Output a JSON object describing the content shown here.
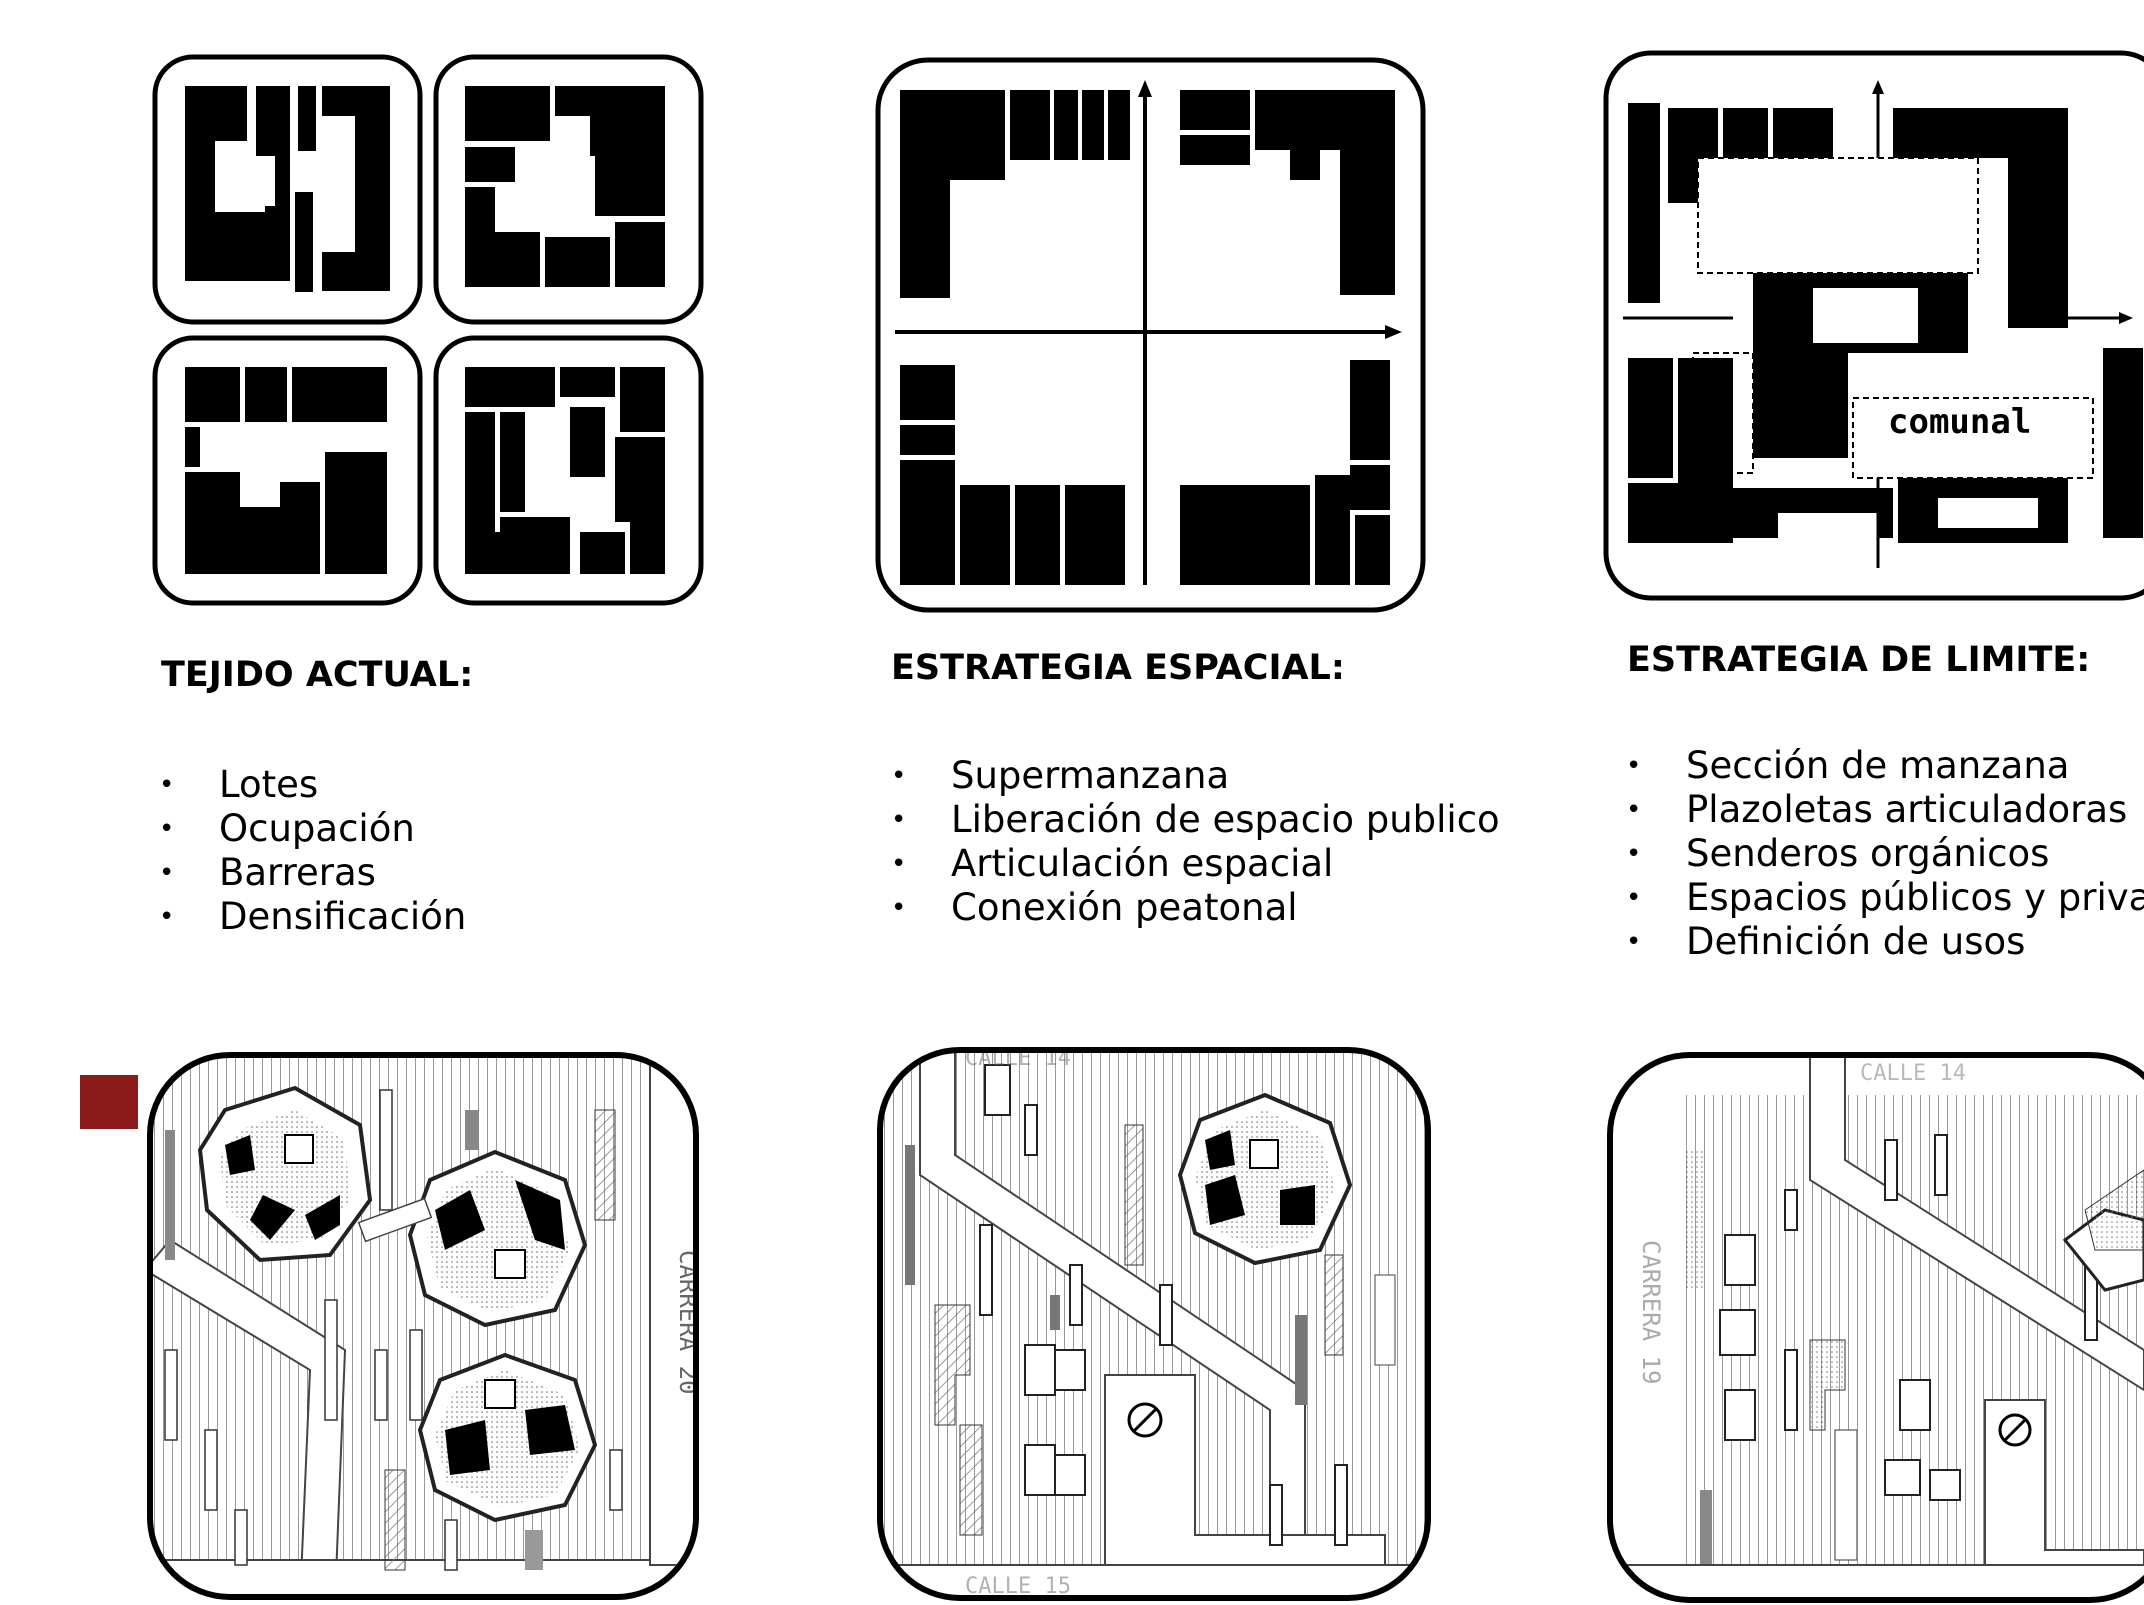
{
  "columns": [
    {
      "heading": "TEJIDO ACTUAL:",
      "items": [
        "Lotes",
        "Ocupación",
        "Barreras",
        "Densificación"
      ]
    },
    {
      "heading": "ESTRATEGIA ESPACIAL:",
      "items": [
        "Supermanzana",
        "Liberación de espacio publico",
        "Articulación espacial",
        "Conexión peatonal"
      ]
    },
    {
      "heading": "ESTRATEGIA DE LIMITE:",
      "items": [
        "Sección de manzana",
        "Plazoletas articuladoras",
        "Senderos orgánicos",
        "Espacios públicos y privados",
        "Definición de usos"
      ]
    }
  ],
  "diagram_labels": {
    "comunal": "comunal"
  },
  "plan_labels": {
    "carrera_20": "CARRERA 20",
    "carrera_19": "CARRERA 19",
    "calle_14": "CALLE 14",
    "calle_15": "CALLE 15"
  },
  "colors": {
    "accent": "#8b1a1a"
  }
}
